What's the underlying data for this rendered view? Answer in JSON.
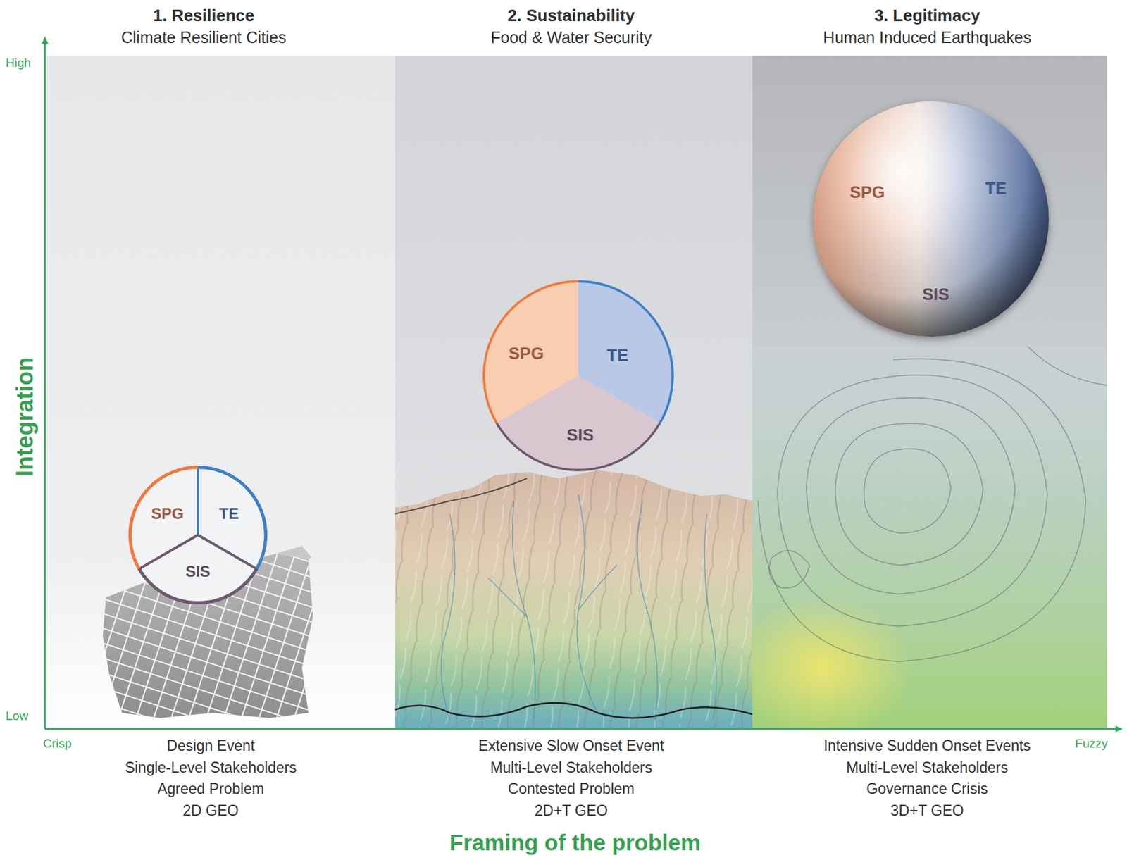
{
  "diagram": {
    "nodes": [
      {
        "text": [
          "1. Resilience",
          "Climate Resilient Cities"
        ]
      },
      {
        "text": [
          "SPG",
          "TE",
          "SIS"
        ],
        "in": 0
      },
      {
        "text": [
          "2. Sustainability",
          "Food & Water Security"
        ]
      },
      {
        "text": [
          "SPG",
          "TE",
          "SIS"
        ],
        "in": 2
      },
      {
        "text": [
          "3. Legitimacy",
          "Human Induced Earthquakes"
        ]
      },
      {
        "text": [
          "SPG",
          "TE",
          "SIS"
        ],
        "in": 4
      }
    ],
    "labels": [
      "High",
      "Integration",
      "Low",
      "Crisp",
      "Design Event",
      "Single-Level Stakeholders",
      "Agreed Problem",
      "2D GEO",
      "Extensive Slow Onset Event",
      "Multi-Level Stakeholders",
      "Contested Problem",
      "2D+T GEO",
      "Intensive Sudden Onset Events",
      "Multi-Level Stakeholders",
      "Governance Crisis",
      "3D+T GEO",
      "Fuzzy",
      "Framing of the problem"
    ]
  }
}
